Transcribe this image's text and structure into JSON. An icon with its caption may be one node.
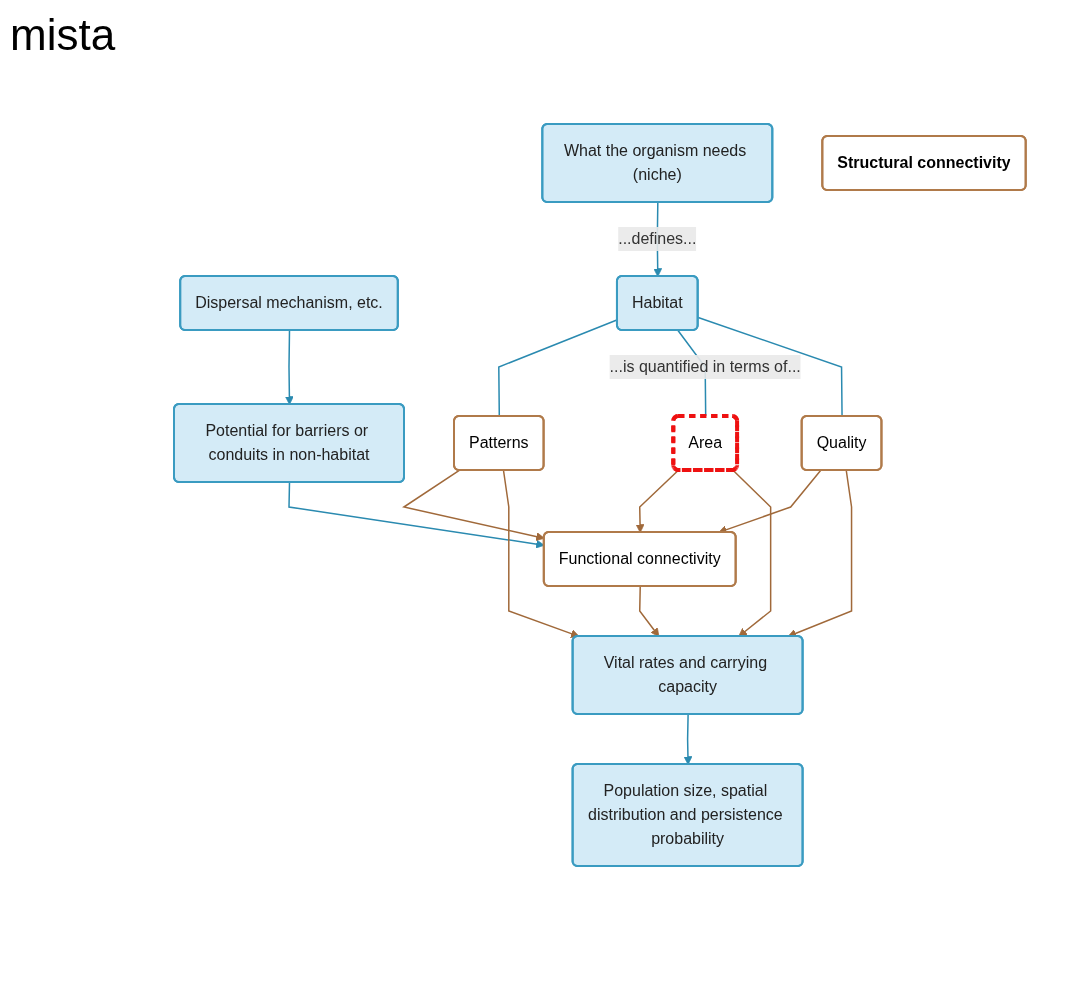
{
  "diagram": {
    "nodes": [
      {
        "text": [
          "What the organism needs (niche)"
        ]
      },
      {
        "text": [
          "Dispersal mechanism, etc."
        ]
      },
      {
        "text": [
          "Habitat"
        ]
      },
      {
        "text": [
          "Potential for barriers or conduits in non-habitat"
        ]
      },
      {
        "text": [
          "Quality"
        ]
      },
      {
        "text": [
          "Area"
        ]
      },
      {
        "text": [
          "Patterns"
        ]
      },
      {
        "text": [
          "Structural connectivity"
        ]
      },
      {
        "text": [
          "Functional connectivity"
        ]
      },
      {
        "text": [
          "Vital rates and carrying capacity"
        ]
      },
      {
        "text": [
          "Population size, spatial distribution and persistence probability"
        ]
      }
    ],
    "edges": [
      {
        "from": 0,
        "to": 2,
        "arrow": "to",
        "label": "...defines...",
        "color": "#2a8ab0"
      },
      {
        "from": 2,
        "to": 4,
        "arrow": "none",
        "color": "#2a8ab0"
      },
      {
        "from": 2,
        "to": 5,
        "arrow": "none",
        "label": "...is quantified in terms of...",
        "color": "#2a8ab0"
      },
      {
        "from": 2,
        "to": 6,
        "arrow": "none",
        "color": "#2a8ab0"
      },
      {
        "from": 1,
        "to": 3,
        "arrow": "to",
        "color": "#2a8ab0"
      },
      {
        "from": 3,
        "to": 8,
        "arrow": "to",
        "color": "#2a8ab0"
      },
      {
        "from": 4,
        "to": 9,
        "arrow": "to",
        "color": "#a0693a"
      },
      {
        "from": 4,
        "to": 8,
        "arrow": "to",
        "color": "#a0693a"
      },
      {
        "from": 5,
        "to": 9,
        "arrow": "to",
        "color": "#a0693a"
      },
      {
        "from": 5,
        "to": 8,
        "arrow": "to",
        "color": "#a0693a"
      },
      {
        "from": 6,
        "to": 9,
        "arrow": "to",
        "color": "#a0693a"
      },
      {
        "from": 6,
        "to": 8,
        "arrow": "to",
        "color": "#a0693a"
      },
      {
        "from": 8,
        "to": 9,
        "arrow": "to",
        "color": "#a0693a"
      },
      {
        "from": 9,
        "to": 10,
        "arrow": "to",
        "color": "#2a8ab0"
      }
    ],
    "labels": [
      "mista"
    ]
  }
}
